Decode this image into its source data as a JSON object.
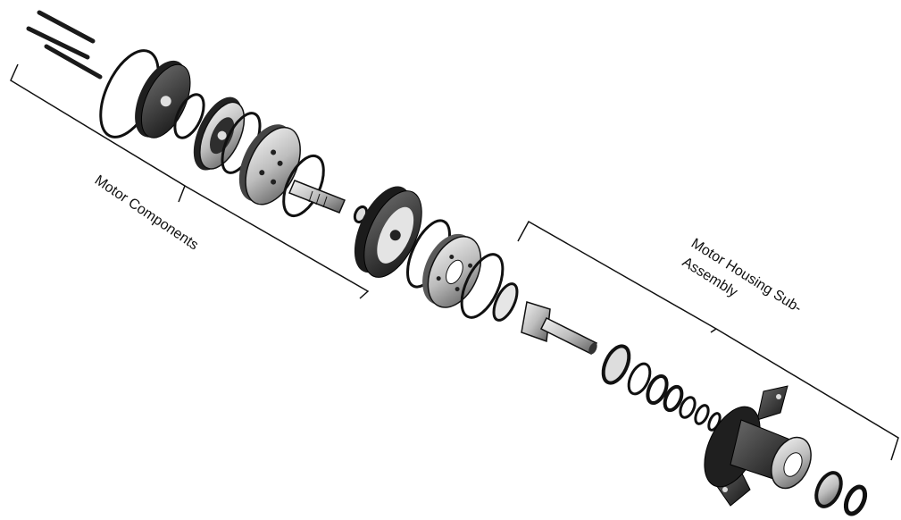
{
  "labels": {
    "motor_components": "Motor Components",
    "motor_housing_line1": "Motor Housing Sub-",
    "motor_housing_line2": "Assembly"
  },
  "colors": {
    "ink": "#111111",
    "dark_metal": "#2b2b2b",
    "mid_metal": "#7d7d7d",
    "light_metal": "#cfcfcf",
    "highlight": "#f2f2f2"
  },
  "icons": {
    "bolts": "bolt-icon",
    "o_ring": "o-ring-icon",
    "bearing": "bearing-icon",
    "shaft": "shaft-icon",
    "housing": "housing-icon"
  }
}
